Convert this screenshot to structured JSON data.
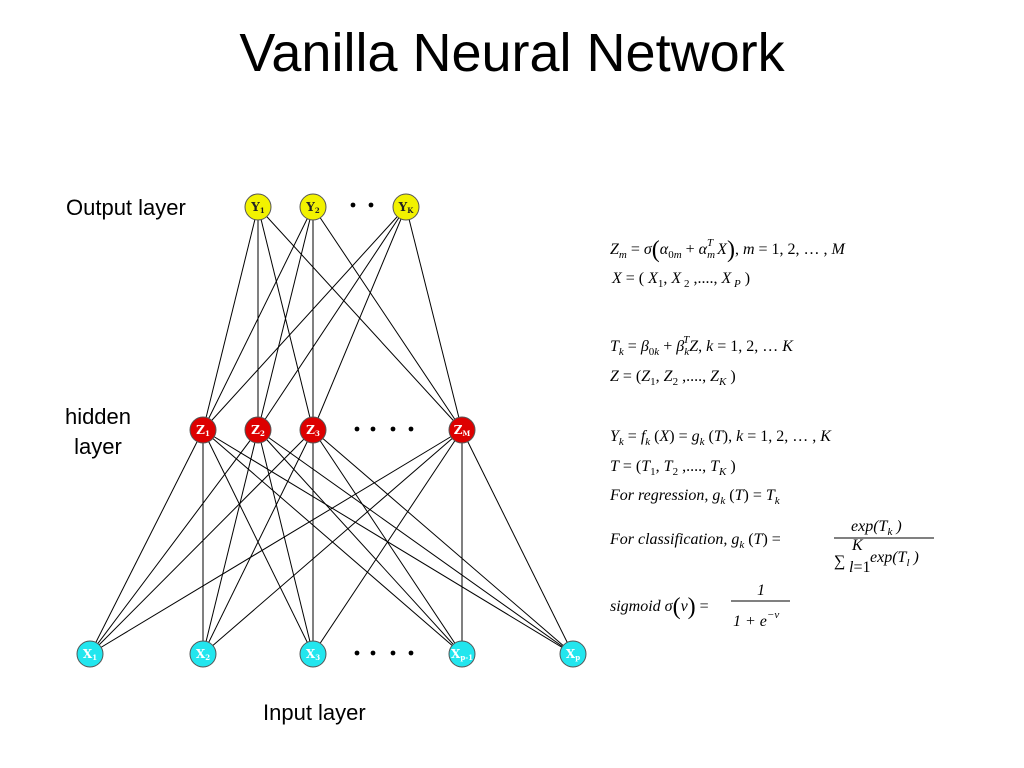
{
  "title": "Vanilla Neural Network",
  "labels": {
    "output": "Output layer",
    "hidden_line1": "hidden",
    "hidden_line2": "layer",
    "input": "Input layer"
  },
  "nodes": {
    "output": [
      {
        "main": "Y",
        "sub": "1"
      },
      {
        "main": "Y",
        "sub": "2"
      },
      {
        "main": "Y",
        "sub": "K"
      }
    ],
    "hidden": [
      {
        "main": "Z",
        "sub": "1"
      },
      {
        "main": "Z",
        "sub": "2"
      },
      {
        "main": "Z",
        "sub": "3"
      },
      {
        "main": "Z",
        "sub": "M"
      }
    ],
    "input": [
      {
        "main": "X",
        "sub": "1"
      },
      {
        "main": "X",
        "sub": "2"
      },
      {
        "main": "X",
        "sub": "3"
      },
      {
        "main": "X",
        "sub": "p-1"
      },
      {
        "main": "X",
        "sub": "p"
      }
    ]
  },
  "colors": {
    "output": "#f2f200",
    "hidden": "#dd0000",
    "input": "#22e6ee"
  },
  "equations": {
    "eq1": "Z_m = σ(α_0m + α_m^T X),  m = 1, 2, …, M",
    "eq2": "X = (X_1, X_2, ....., X_P)",
    "eq3": "T_k = β_0k + β_k^T Z,  k = 1, 2, … K",
    "eq4": "Z = (Z_1, Z_2, ....., Z_K)",
    "eq5": "Y_k = f_k(X) = g_k(T),  k = 1, 2, …, K",
    "eq6": "T = (T_1, T_2, ....., T_K)",
    "eq7": "For regression,  g_k(T) = T_k",
    "eq8": "For classification,  g_k(T) = exp(T_k) / Σ_{l=1}^{K} exp(T_l)",
    "eq9": "sigmoid σ(v) = 1 / (1 + e^{-v})"
  },
  "edges_input_hidden": "all",
  "edges_hidden_output": "all"
}
